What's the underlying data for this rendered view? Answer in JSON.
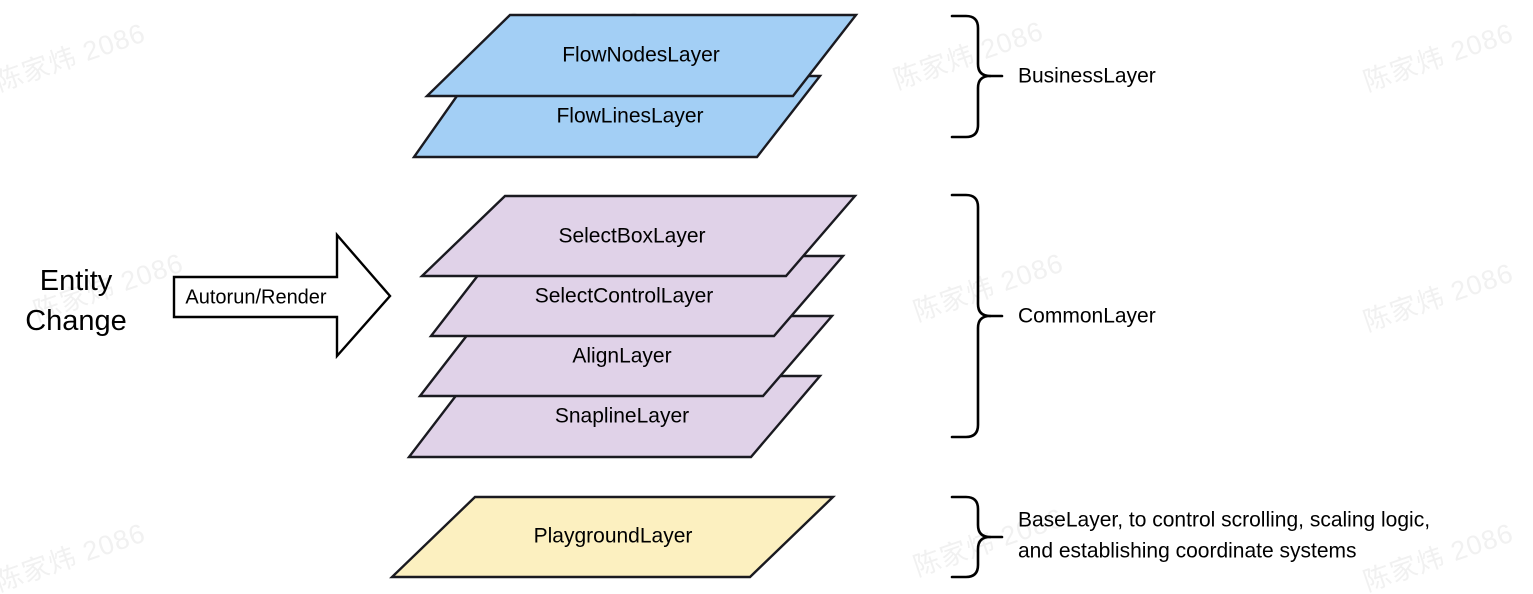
{
  "diagram": {
    "title": "Layer Architecture Diagram",
    "background_color": "#ffffff"
  },
  "source": {
    "line1": "Entity",
    "line2": "Change"
  },
  "arrow": {
    "label": "Autorun/Render"
  },
  "groups": [
    {
      "name": "business",
      "label": "BusinessLayer",
      "fill": "#a3cff5",
      "layers": [
        {
          "label": "FlowNodesLayer"
        },
        {
          "label": "FlowLinesLayer"
        }
      ]
    },
    {
      "name": "common",
      "label": "CommonLayer",
      "fill": "#e0d2e8",
      "layers": [
        {
          "label": "SelectBoxLayer"
        },
        {
          "label": "SelectControlLayer"
        },
        {
          "label": "AlignLayer"
        },
        {
          "label": "SnaplineLayer"
        }
      ]
    },
    {
      "name": "base",
      "label_line1": "BaseLayer,  to control scrolling, scaling logic,",
      "label_line2": "and establishing coordinate systems",
      "fill": "#fcf0c0",
      "layers": [
        {
          "label": "PlaygroundLayer"
        }
      ]
    }
  ],
  "watermark": {
    "text": "陈家炜 2086",
    "color": "#f1f1f1"
  }
}
